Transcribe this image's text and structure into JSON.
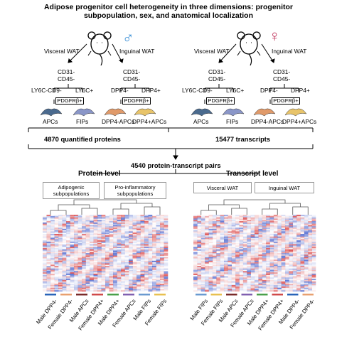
{
  "title": {
    "line1": "Adipose progenitor cell heterogeneity in three dimensions: progenitor",
    "line2": "subpopulation, sex, and anatomical localization"
  },
  "symbols": {
    "male": "♂",
    "female": "♀",
    "male_color": "#3a8fd6",
    "female_color": "#c0355d"
  },
  "sides": [
    {
      "depot_left": "Visceral WAT",
      "depot_right": "Inguinal WAT",
      "cd31": "CD31-",
      "cd45": "CD45-",
      "split_left": [
        "LY6C-CD9-",
        "LY6C+"
      ],
      "split_right": [
        "DPP4-",
        "DPP4+"
      ],
      "pdgfr": "PDGFRβ+",
      "cells": [
        "APCs",
        "FIPs",
        "DPP4-APCs",
        "DPP4+APCs"
      ]
    },
    {
      "depot_left": "Visceral WAT",
      "depot_right": "Inguinal WAT",
      "cd31": "CD31-",
      "cd45": "CD45-",
      "split_left": [
        "LY6C-CD9-",
        "LY6C+"
      ],
      "split_right": [
        "DPP4-",
        "DPP4+"
      ],
      "pdgfr": "PDGFRβ+",
      "cells": [
        "APCs",
        "FIPs",
        "DPP4-APCs",
        "DPP4+APCs"
      ]
    }
  ],
  "cell_colors": [
    "#4a6a8e",
    "#8a96c8",
    "#e09a6a",
    "#e8c46a"
  ],
  "counts": {
    "proteins": "4870 quantified proteins",
    "transcripts": "15477 transcripts",
    "pairs": "4540 protein-transcript pairs"
  },
  "protein_panel": {
    "title": "Protein level",
    "box1": [
      "Adipogenic",
      "subpopulations"
    ],
    "box2": [
      "Pro-inflammatory",
      "subpopulations"
    ],
    "columns": [
      "Male DPP4-",
      "Female DPP4-",
      "Male APCs",
      "Female DPP4+",
      "Male DPP4+",
      "Female APCs",
      "Male FIPs",
      "Female FIPs"
    ],
    "bar_colors": [
      "#2a64b8",
      "#e8a070",
      "#7a2a2a",
      "#d04a4a",
      "#4aa04a",
      "#8060b0",
      "#6a9ad0",
      "#e8c050"
    ]
  },
  "transcript_panel": {
    "title": "Transcript level",
    "box1": "Visceral WAT",
    "box2": "Inguinal WAT",
    "columns": [
      "Male FIPs",
      "Female FIPs",
      "Male APCs",
      "Female APCs",
      "Male DPP4+",
      "Female DPP4+",
      "Male DPP4-",
      "Female DPP4-"
    ],
    "bar_colors": [
      "#6a9ad0",
      "#e8c050",
      "#7a2a2a",
      "#8060b0",
      "#4aa04a",
      "#d04a4a",
      "#2a64b8",
      "#e8a070"
    ]
  }
}
